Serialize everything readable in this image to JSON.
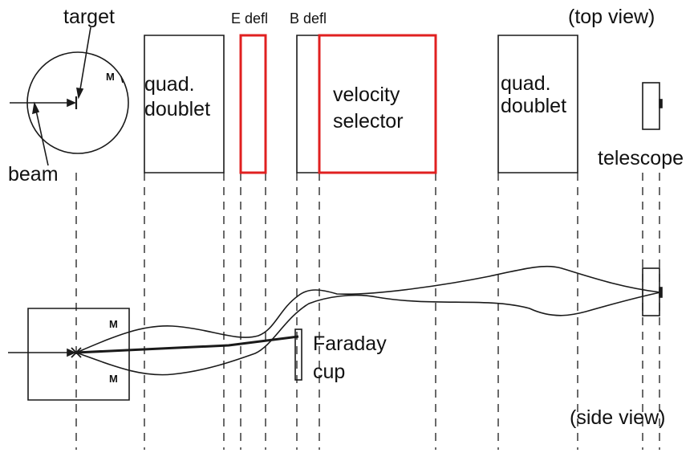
{
  "labels": {
    "target": "target",
    "beam": "beam",
    "target_marker": "M",
    "quad_left_line1": "quad.",
    "quad_left_line2": "doublet",
    "e_defl": "E defl",
    "b_defl": "B defl",
    "velocity_line1": "velocity",
    "velocity_line2": "selector",
    "quad_right_line1": "quad.",
    "quad_right_line2": "doublet",
    "top_view": "(top view)",
    "telescope": "telescope",
    "faraday_line1": "Faraday",
    "faraday_line2": "cup",
    "side_marker_top": "M",
    "side_marker_bottom": "M",
    "side_view": "(side view)"
  },
  "colors": {
    "line": "#1a1a1a",
    "highlight": "#e02020",
    "background": "#ffffff"
  }
}
